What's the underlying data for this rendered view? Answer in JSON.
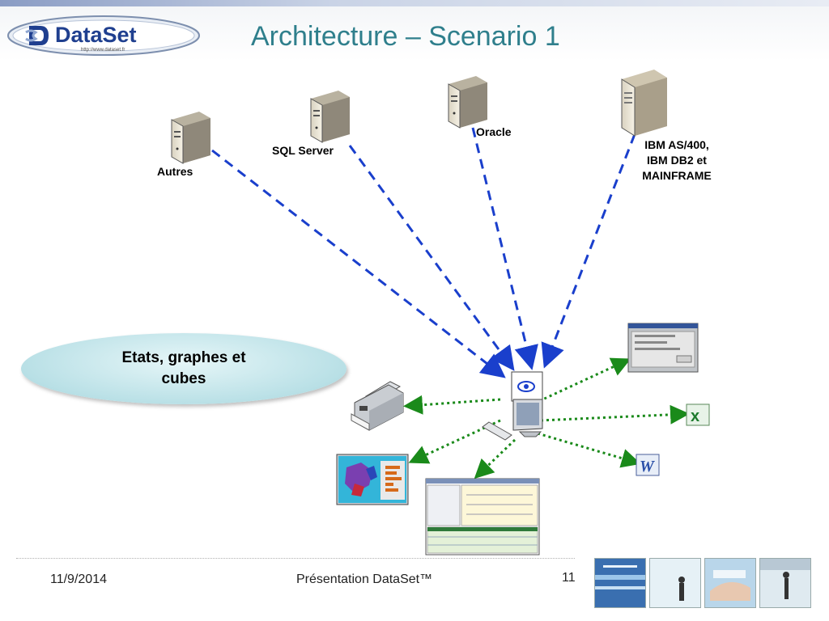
{
  "header": {
    "title": "Architecture – Scenario 1",
    "logo": {
      "text": "DataSet",
      "url_text": "http://www.dataset.fr",
      "color": "#1f3f8f"
    }
  },
  "servers": [
    {
      "label": "Autres"
    },
    {
      "label": "SQL Server"
    },
    {
      "label": "Oracle"
    },
    {
      "label_lines": [
        "IBM AS/400,",
        "IBM DB2 et",
        "MAINFRAME"
      ]
    }
  ],
  "ellipse": {
    "lines": [
      "Etats, graphes et",
      "cubes"
    ]
  },
  "outputs": [
    "printer",
    "report-window",
    "excel-icon",
    "word-icon",
    "map-chart-screenshot",
    "grid-report-screenshot"
  ],
  "colors": {
    "server_link": "#1a3fcc",
    "output_link": "#1a8a1a",
    "title": "#2f7f8c"
  },
  "footer": {
    "date": "11/9/2014",
    "center": "Présentation DataSet™",
    "page": "11"
  }
}
